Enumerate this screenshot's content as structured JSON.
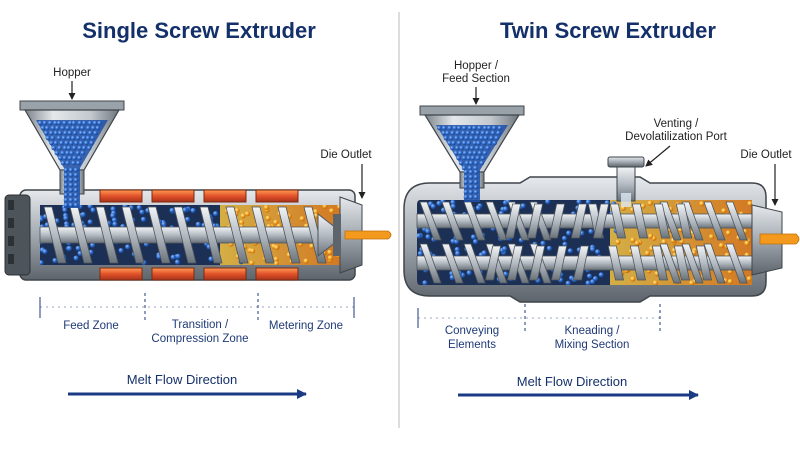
{
  "colors": {
    "title": "#14306b",
    "arrow": "#1b3a84",
    "pellet": "#2f6fd0",
    "melt": "#f39a1e",
    "heater": "#e2622a",
    "steel": "#9ea6ae"
  },
  "single": {
    "title": "Single Screw Extruder",
    "hopper": "Hopper",
    "die_outlet": "Die Outlet",
    "zones": [
      "Feed Zone",
      "Transition /",
      "Compression Zone",
      "Metering Zone"
    ],
    "flow_label": "Melt Flow Direction"
  },
  "twin": {
    "title": "Twin Screw Extruder",
    "hopper_line1": "Hopper /",
    "hopper_line2": "Feed Section",
    "vent_line1": "Venting /",
    "vent_line2": "Devolatilization Port",
    "die_outlet": "Die Outlet",
    "conveying_line1": "Conveying",
    "conveying_line2": "Elements",
    "kneading_line1": "Kneading /",
    "kneading_line2": "Mixing Section",
    "flow_label": "Melt Flow Direction"
  }
}
